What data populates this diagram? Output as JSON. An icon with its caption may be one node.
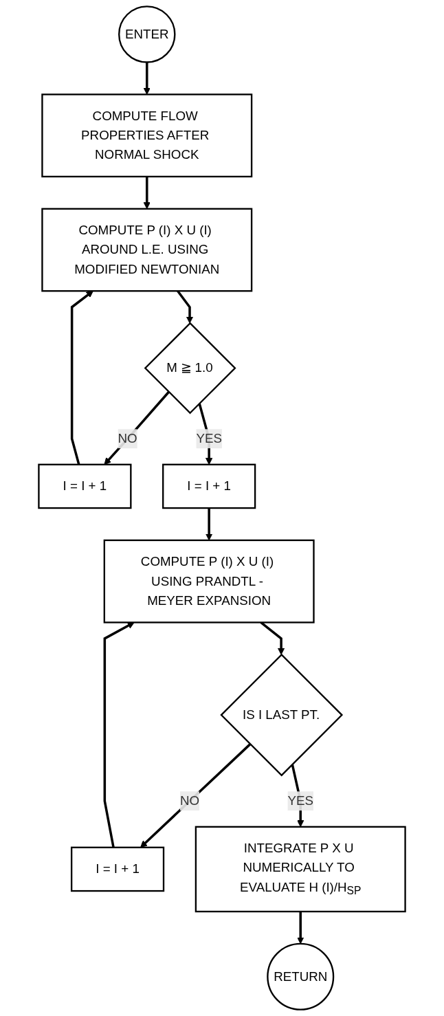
{
  "diagram": {
    "nodes": [
      {
        "text": [
          "ENTER"
        ]
      },
      {
        "text": [
          "COMPUTE FLOW PROPERTIES AFTER NORMAL SHOCK"
        ]
      },
      {
        "text": [
          "COMPUTE P (I) X U (I) AROUND L.E. USING MODIFIED NEWTONIAN"
        ]
      },
      {
        "text": [
          "I = I + 1"
        ]
      },
      {
        "text": [
          "M ≧ 1.0"
        ]
      },
      {
        "text": [
          "I = I + 1"
        ]
      },
      {
        "text": [
          "COMPUTE P (I) X U (I) USING PRANDTL - MEYER EXPANSION"
        ]
      },
      {
        "text": [
          "I = I + 1"
        ]
      },
      {
        "text": [
          "IS I LAST PT."
        ]
      },
      {
        "text": [
          "INTEGRATE P X U NUMERICALLY TO EVALUATE H (I)/H$_{SP}$"
        ]
      },
      {
        "text": [
          "RETURN"
        ]
      }
    ],
    "edges": [
      {
        "from": 0,
        "to": 1,
        "arrow": "to"
      },
      {
        "from": 1,
        "to": 2,
        "arrow": "to"
      },
      {
        "from": 3,
        "to": 2,
        "arrow": "to"
      },
      {
        "from": 2,
        "to": 4,
        "arrow": "to"
      },
      {
        "from": 4,
        "to": 3,
        "arrow": "to",
        "label": "NO"
      },
      {
        "from": 4,
        "to": 5,
        "arrow": "to",
        "label": "YES"
      },
      {
        "from": 5,
        "to": 6,
        "arrow": "to"
      },
      {
        "from": 7,
        "to": 6,
        "arrow": "to"
      },
      {
        "from": 6,
        "to": 8,
        "arrow": "to"
      },
      {
        "from": 8,
        "to": 7,
        "arrow": "to",
        "label": "NO"
      },
      {
        "from": 8,
        "to": 9,
        "arrow": "to",
        "label": "YES"
      },
      {
        "from": 9,
        "to": 10,
        "arrow": "to"
      }
    ]
  }
}
